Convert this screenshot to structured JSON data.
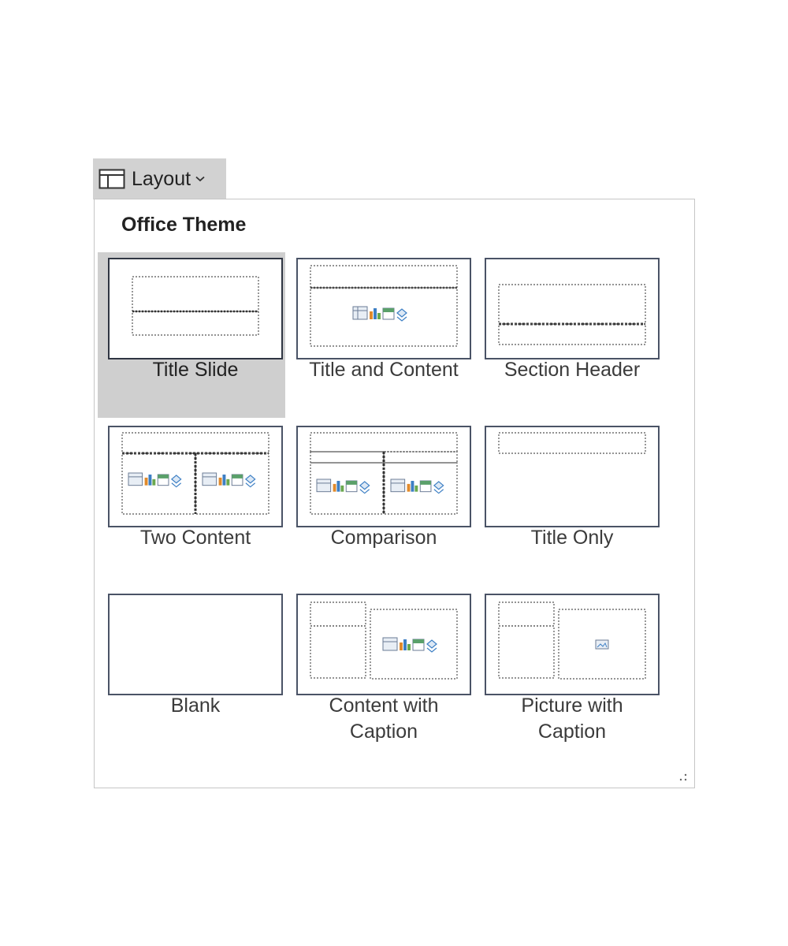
{
  "toolbar": {
    "layout_label": "Layout",
    "layout_icon": "layout-icon",
    "chevron_icon": "chevron-down-icon"
  },
  "gallery": {
    "heading": "Office Theme",
    "selected": "Title Slide",
    "layouts": [
      {
        "label": "Title Slide"
      },
      {
        "label": "Title and Content"
      },
      {
        "label": "Section Header"
      },
      {
        "label": "Two Content"
      },
      {
        "label": "Comparison"
      },
      {
        "label": "Title Only"
      },
      {
        "label": "Blank"
      },
      {
        "label": "Content with\nCaption"
      },
      {
        "label": "Picture with\nCaption"
      }
    ]
  },
  "colors": {
    "selected_bg": "#cfcfcf",
    "button_bg": "#d2d2d2",
    "thumb_border": "#4a5366"
  }
}
